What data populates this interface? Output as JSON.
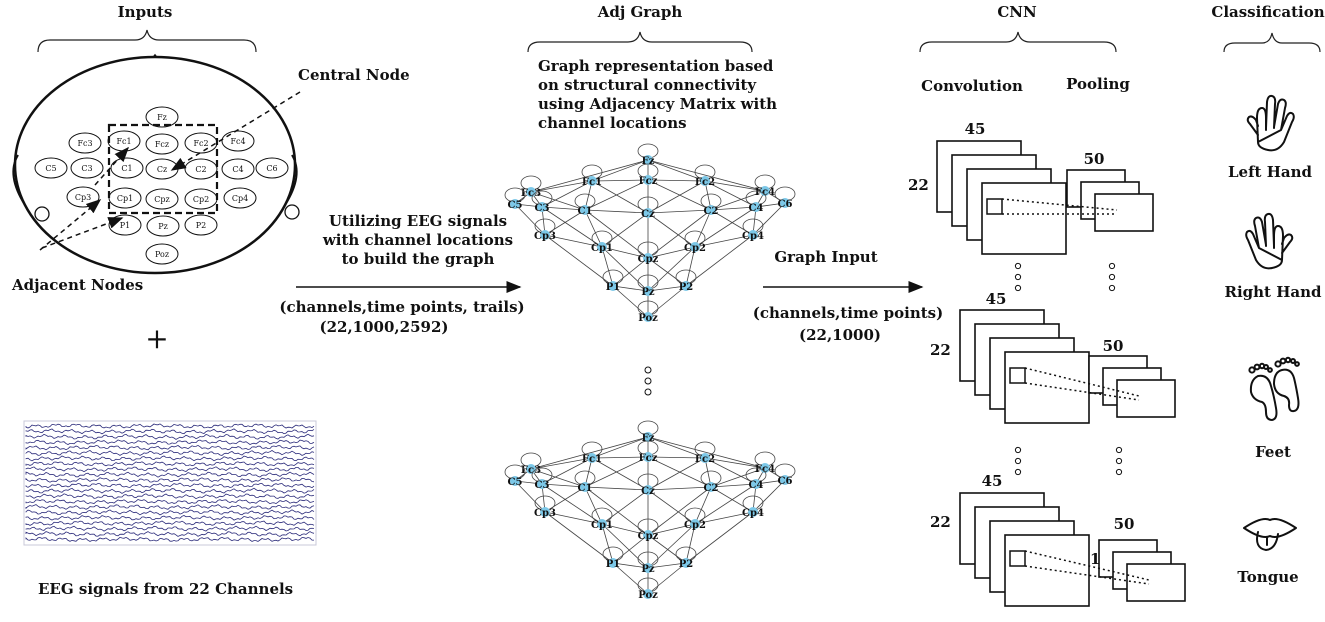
{
  "sections": {
    "inputs": "Inputs",
    "adj_graph": "Adj Graph",
    "cnn": "CNN",
    "classification": "Classification"
  },
  "inputs": {
    "central_node": "Central Node",
    "adjacent_nodes": "Adjacent Nodes",
    "plus": "+",
    "eeg_caption": "EEG signals from 22 Channels",
    "head_channels": [
      "Fz",
      "Fc3",
      "Fc1",
      "Fcz",
      "Fc2",
      "Fc4",
      "C5",
      "C3",
      "C1",
      "Cz",
      "C2",
      "C4",
      "C6",
      "Cp3",
      "Cp1",
      "Cpz",
      "Cp2",
      "Cp4",
      "P1",
      "Pz",
      "P2",
      "Poz"
    ]
  },
  "arrow1": {
    "lines": [
      "Utilizing EEG signals",
      "with channel locations",
      "to build the graph"
    ],
    "dims_label": "(channels,time points, trails)",
    "dims_value": "(22,1000,2592)"
  },
  "graph": {
    "description": "Graph representation based on structural connectivity using Adjacency Matrix with channel locations",
    "nodes": [
      "Fz",
      "Fc3",
      "Fc1",
      "Fcz",
      "Fc2",
      "Fc4",
      "C5",
      "C3",
      "C1",
      "Cz",
      "C2",
      "C4",
      "C6",
      "Cp3",
      "Cp1",
      "Cpz",
      "Cp2",
      "Cp4",
      "P1",
      "Pz",
      "P2",
      "Poz"
    ],
    "node_color": "#7cc8e8"
  },
  "arrow2": {
    "label": "Graph Input",
    "dims_label": "(channels,time points)",
    "dims_value": "(22,1000)"
  },
  "cnn": {
    "convolution": "Convolution",
    "pooling": "Pooling",
    "conv_width": "45",
    "conv_height": "22",
    "pool_width": "50",
    "pool_height": "1"
  },
  "classes": [
    "Left Hand",
    "Right Hand",
    "Feet",
    "Tongue"
  ]
}
